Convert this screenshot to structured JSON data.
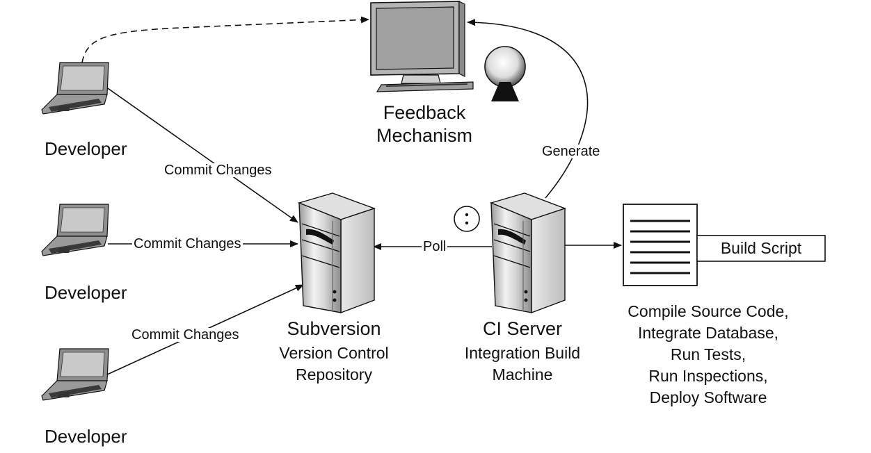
{
  "developers": [
    {
      "label": "Developer"
    },
    {
      "label": "Developer"
    },
    {
      "label": "Developer"
    }
  ],
  "edges": {
    "commit_1": "Commit Changes",
    "commit_2": "Commit Changes",
    "commit_3": "Commit Changes",
    "poll": "Poll",
    "generate": "Generate"
  },
  "feedback": {
    "title_line1": "Feedback",
    "title_line2": "Mechanism"
  },
  "repository": {
    "title": "Subversion",
    "subtitle_line1": "Version Control",
    "subtitle_line2": "Repository"
  },
  "ci_server": {
    "title": "CI Server",
    "subtitle_line1": "Integration Build",
    "subtitle_line2": "Machine"
  },
  "build_script": {
    "label": "Build Script",
    "steps": [
      "Compile Source Code,",
      "Integrate Database,",
      "Run Tests,",
      "Run Inspections,",
      "Deploy Software"
    ]
  },
  "icons": {
    "developer": "laptop-icon",
    "feedback_monitor": "monitor-icon",
    "feedback_lamp": "lava-lamp-icon",
    "repository": "server-tower-icon",
    "ci_server": "server-tower-icon",
    "timer": "clock-icon",
    "document": "document-icon"
  },
  "colors": {
    "line": "#111111",
    "device_gray": "#c8c8c8",
    "screen_gray": "#a9a9a9"
  }
}
